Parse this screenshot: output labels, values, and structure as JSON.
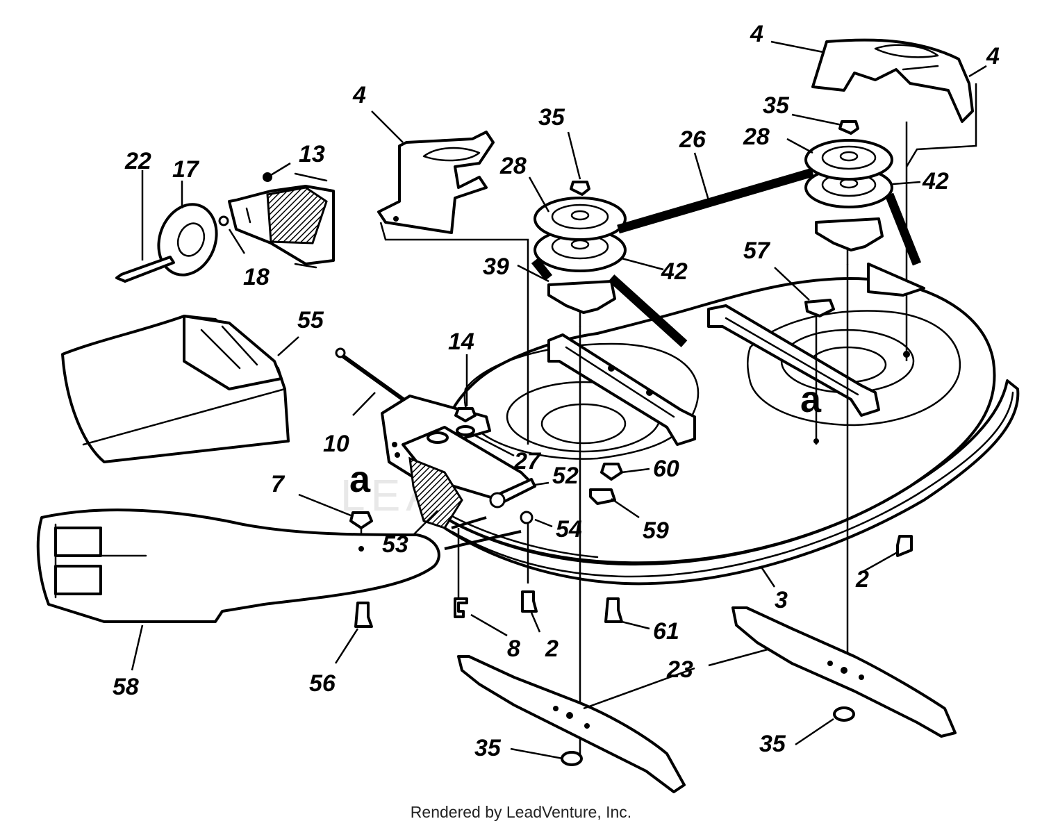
{
  "watermark": "LEADVENTURE",
  "credit": "Rendered by LeadVenture, Inc.",
  "reference_mark": "a",
  "callouts": {
    "c4a": "4",
    "c4b": "4",
    "c4c": "4",
    "c22": "22",
    "c17": "17",
    "c13": "13",
    "c18": "18",
    "c35a": "35",
    "c35b": "35",
    "c35c": "35",
    "c35d": "35",
    "c28a": "28",
    "c28b": "28",
    "c26": "26",
    "c42a": "42",
    "c42b": "42",
    "c39": "39",
    "c57": "57",
    "c55": "55",
    "c14": "14",
    "c10": "10",
    "c27": "27",
    "c52": "52",
    "c60": "60",
    "c7": "7",
    "c53": "53",
    "c54": "54",
    "c59": "59",
    "c2a": "2",
    "c2b": "2",
    "c3": "3",
    "c8": "8",
    "c61": "61",
    "c56": "56",
    "c58": "58",
    "c23": "23"
  }
}
